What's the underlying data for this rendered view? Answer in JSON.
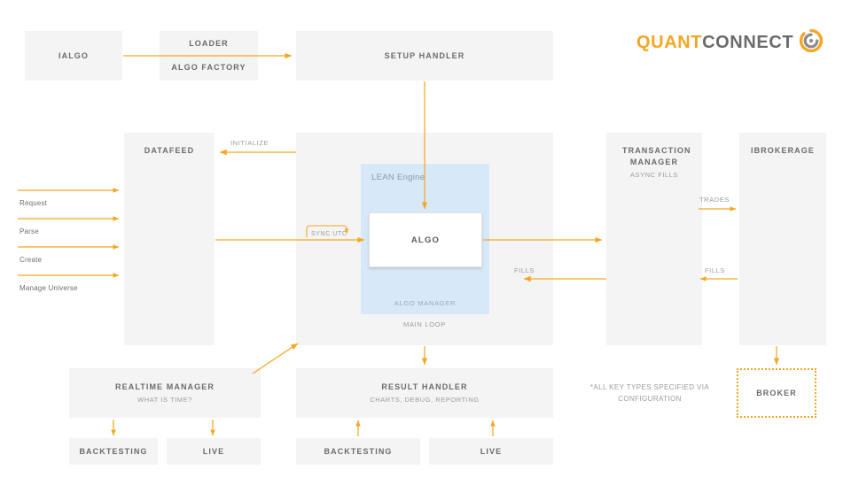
{
  "brand": {
    "name_part1": "QUANT",
    "name_part2": "CONNECT",
    "logo_icon": "quantconnect-spiral-icon",
    "accent_color": "#f5a623",
    "text_color": "#6b6b6b"
  },
  "colors": {
    "box_fill": "#f4f4f4",
    "lean_fill": "#d7e9f8",
    "arrow": "#f5a623",
    "title_text": "#6b6b6b",
    "sub_text": "#9b9b9b"
  },
  "boxes": {
    "ialgo": {
      "title": "IALGO"
    },
    "loader": {
      "title": "LOADER",
      "title2": "ALGO FACTORY"
    },
    "setup_handler": {
      "title": "SETUP HANDLER"
    },
    "datafeed": {
      "title": "DATAFEED"
    },
    "transaction_manager": {
      "title": "TRANSACTION MANAGER",
      "subtitle": "ASYNC FILLS"
    },
    "ibrokerage": {
      "title": "IBROKERAGE"
    },
    "broker": {
      "title": "BROKER"
    },
    "realtime_manager": {
      "title": "REALTIME MANAGER",
      "subtitle": "WHAT IS TIME?"
    },
    "result_handler": {
      "title": "RESULT HANDLER",
      "subtitle": "CHARTS, DEBUG, REPORTING"
    },
    "rt_backtesting": {
      "title": "BACKTESTING"
    },
    "rt_live": {
      "title": "LIVE"
    },
    "rh_backtesting": {
      "title": "BACKTESTING"
    },
    "rh_live": {
      "title": "LIVE"
    }
  },
  "engine": {
    "panel_title": "LEAN Engine",
    "panel_footer": "ALGO MANAGER",
    "algo_title": "ALGO",
    "main_loop": "MAIN LOOP"
  },
  "flows": {
    "initialize": "INITIALIZE",
    "sync_utc": "SYNC UTC",
    "trades": "TRADES",
    "fills_brokerage": "FILLS",
    "fills_transaction": "FILLS"
  },
  "side_inputs": [
    {
      "label": "Request"
    },
    {
      "label": "Parse"
    },
    {
      "label": "Create"
    },
    {
      "label": "Manage Universe"
    }
  ],
  "note": {
    "line1": "*ALL KEY TYPES SPECIFIED VIA",
    "line2": "CONFIGURATION"
  }
}
